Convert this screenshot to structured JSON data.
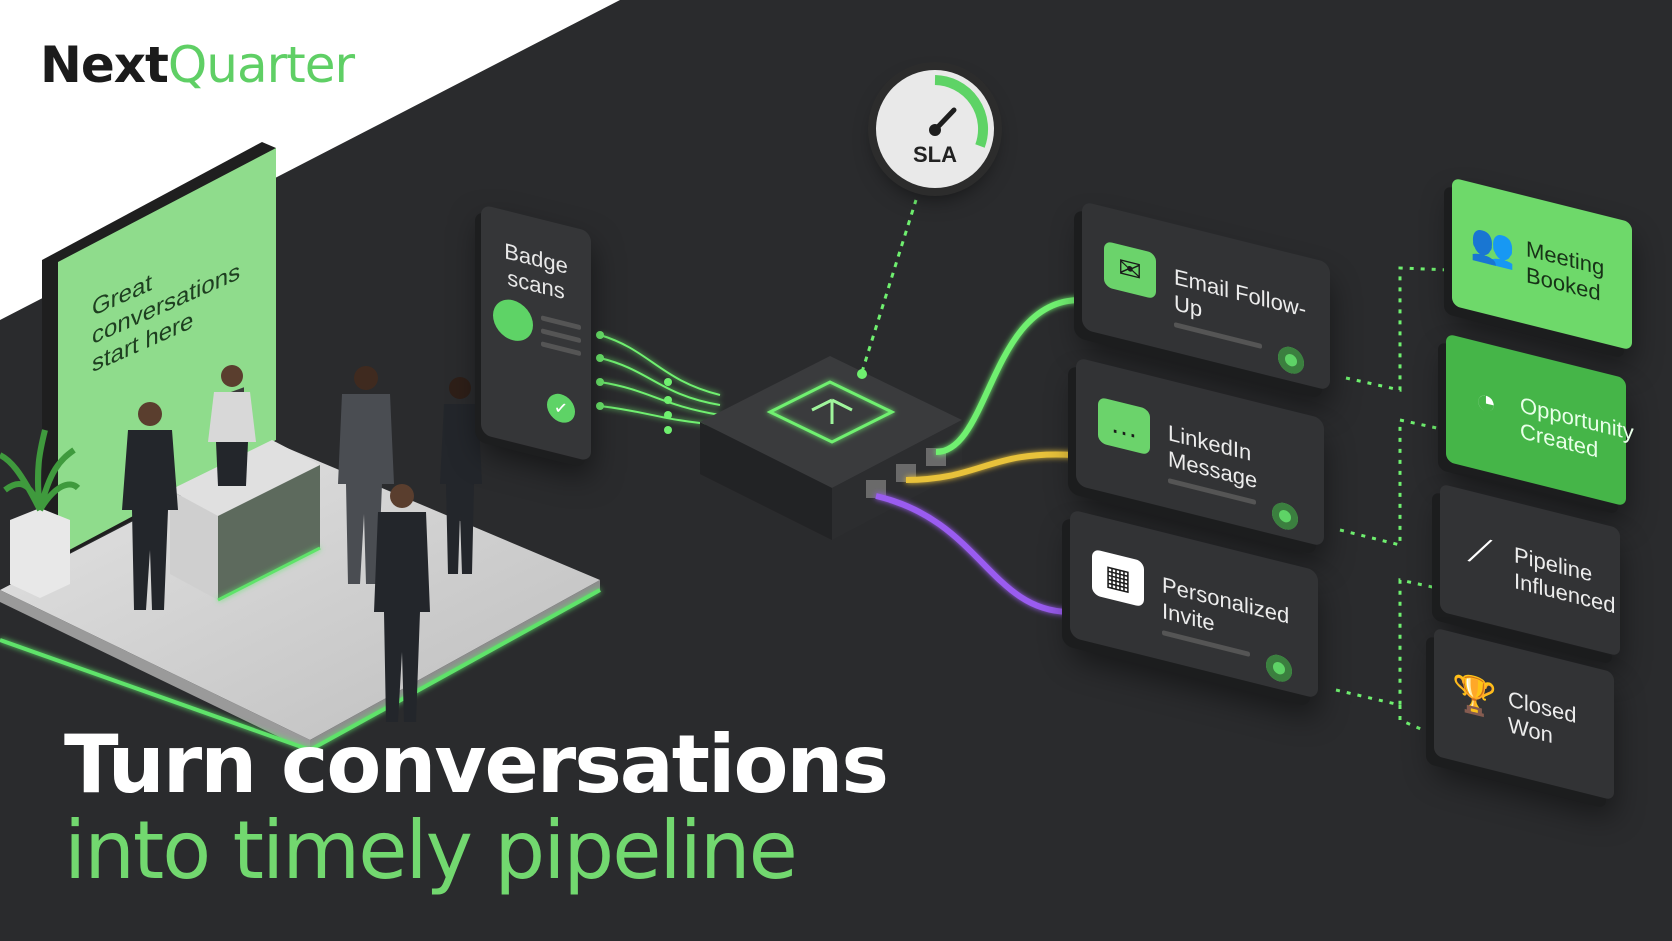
{
  "brand": {
    "name_part1": "Next",
    "name_part2": "Quarter"
  },
  "booth": {
    "text": "Great conversations start here"
  },
  "badge_scans": {
    "title": "Badge scans"
  },
  "sla": {
    "label": "SLA"
  },
  "actions": [
    {
      "label": "Email Follow-Up",
      "icon": "mail-icon"
    },
    {
      "label": "LinkedIn Message",
      "icon": "chat-icon"
    },
    {
      "label": "Personalized Invite",
      "icon": "calendar-icon"
    }
  ],
  "stages": [
    {
      "label": "Meeting Booked",
      "icon": "people-icon"
    },
    {
      "label": "Opportunity Created",
      "icon": "pie-chart-icon"
    },
    {
      "label": "Pipeline Influenced",
      "icon": "trend-icon"
    },
    {
      "label": "Closed Won",
      "icon": "trophy-icon"
    }
  ],
  "headline": {
    "line1": "Turn conversations",
    "line2": "into timely pipeline"
  },
  "colors": {
    "background": "#2a2b2d",
    "accent_green": "#5fcf65",
    "line_yellow": "#e8c23a",
    "line_purple": "#9a5cf0"
  }
}
